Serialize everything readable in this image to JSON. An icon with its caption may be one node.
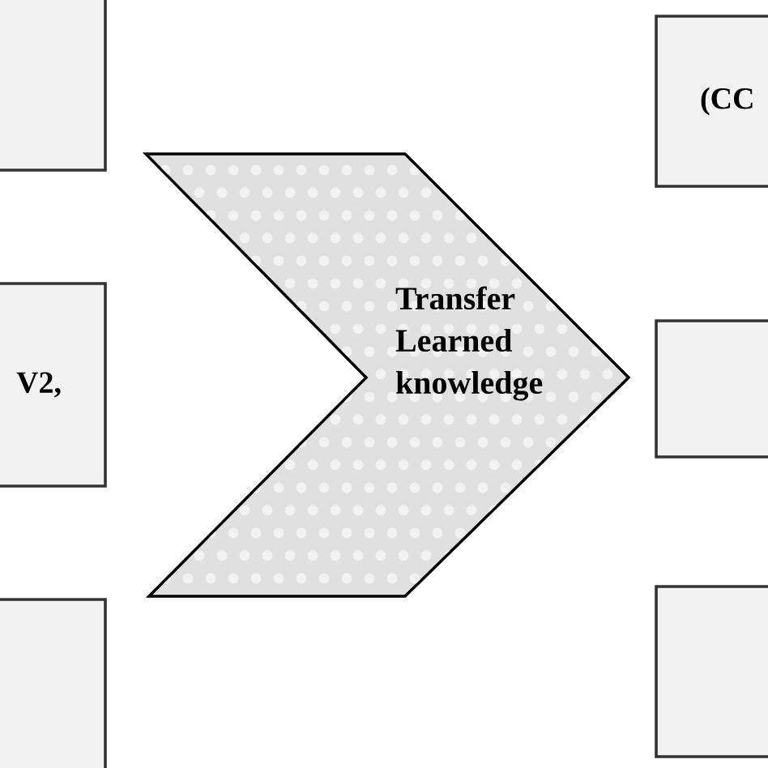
{
  "diagram": {
    "nodes": [
      {
        "text": [],
        "shape": "box"
      },
      {
        "text": [
          "V2,"
        ]
      },
      {
        "text": [],
        "shape": "box"
      },
      {
        "text": [
          "Transfer Learned knowledge"
        ]
      },
      {
        "text": [
          "(CC"
        ]
      },
      {
        "text": [],
        "shape": "box"
      },
      {
        "text": [],
        "shape": "box"
      }
    ]
  }
}
